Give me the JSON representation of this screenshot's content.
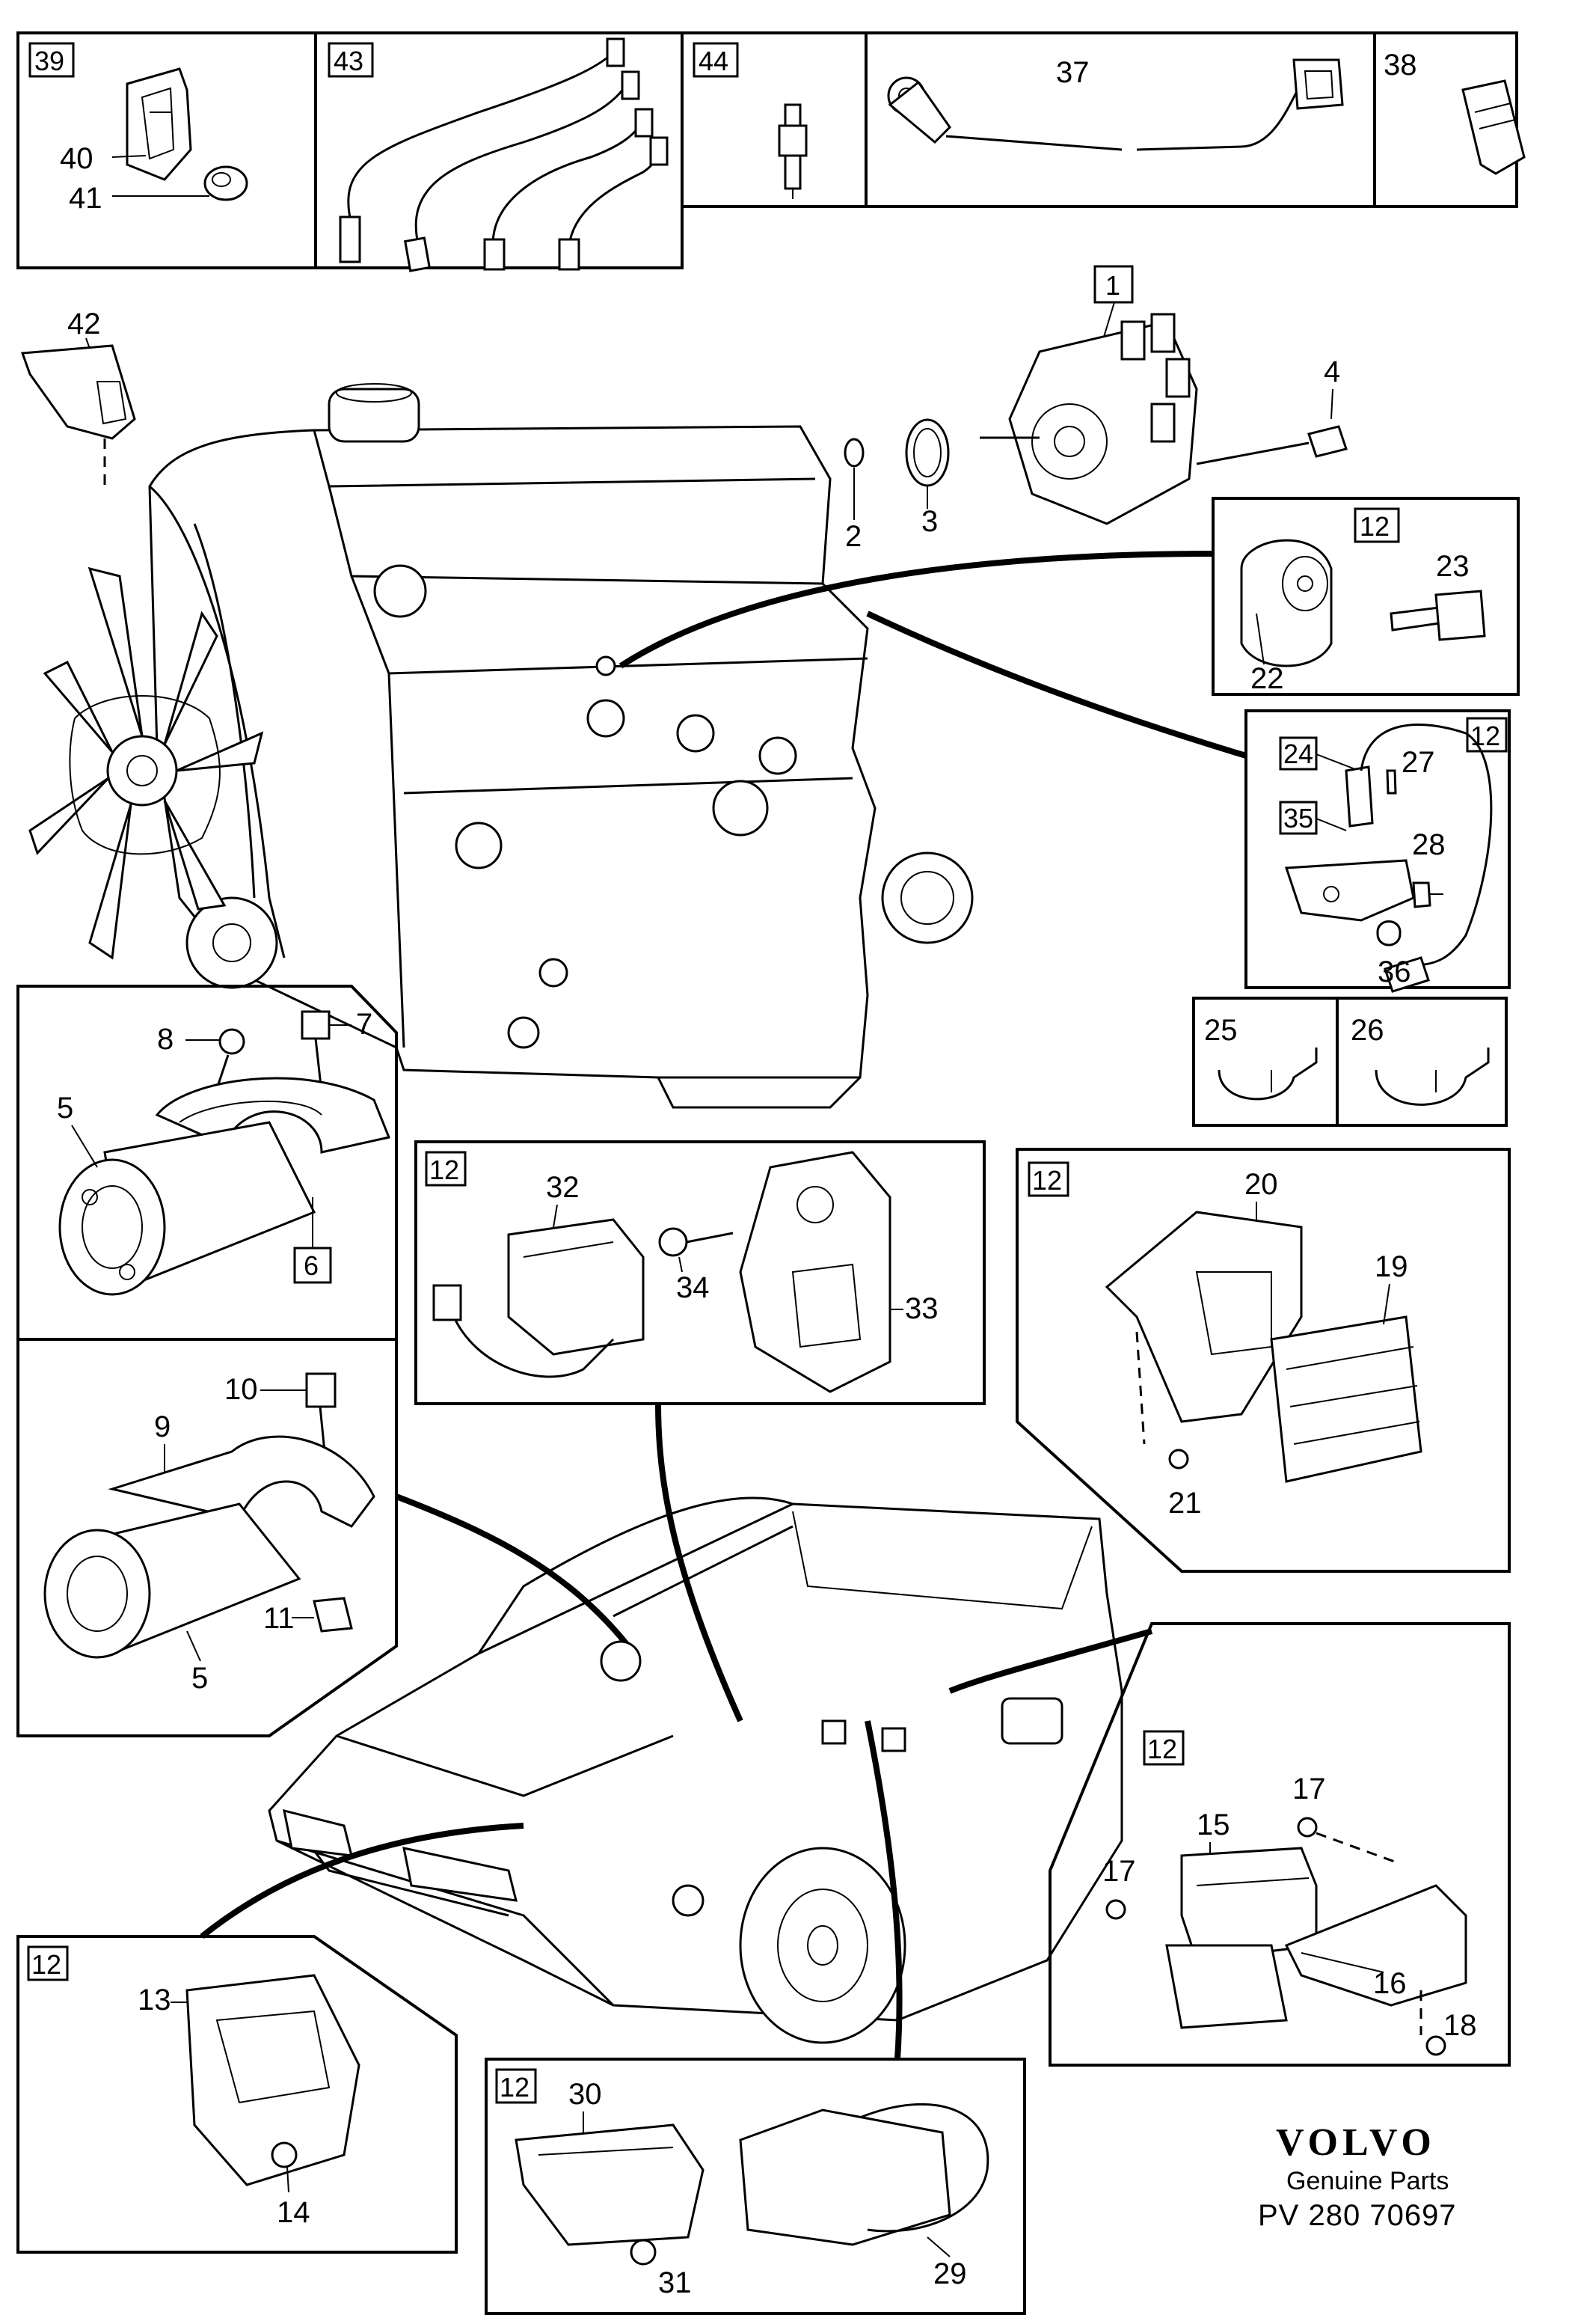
{
  "brand": {
    "logo": "VOLVO",
    "subtitle": "Genuine Parts",
    "code": "PV 280 70697"
  },
  "boxed_labels": {
    "b39": "39",
    "b43": "43",
    "b44": "44",
    "b1": "1",
    "b12_knock": "12",
    "b12_sensor": "12",
    "b24": "24",
    "b35": "35",
    "b6": "6",
    "b12_coil": "12",
    "b12_ecu": "12",
    "b12_relay": "12",
    "b12_ignition": "12",
    "b12_bracket": "12"
  },
  "labels": {
    "n37": "37",
    "n38": "38",
    "n40": "40",
    "n41": "41",
    "n42": "42",
    "n2": "2",
    "n3": "3",
    "n4": "4",
    "n23": "23",
    "n22": "22",
    "n27": "27",
    "n28": "28",
    "n36": "36",
    "n25": "25",
    "n26": "26",
    "n8": "8",
    "n7": "7",
    "n5a": "5",
    "n32": "32",
    "n34": "34",
    "n33": "33",
    "n20": "20",
    "n19": "19",
    "n21": "21",
    "n10": "10",
    "n9": "9",
    "n11": "11",
    "n5b": "5",
    "n17a": "17",
    "n15": "15",
    "n17b": "17",
    "n16": "16",
    "n18": "18",
    "n13": "13",
    "n14": "14",
    "n30": "30",
    "n29": "29",
    "n31": "31"
  }
}
